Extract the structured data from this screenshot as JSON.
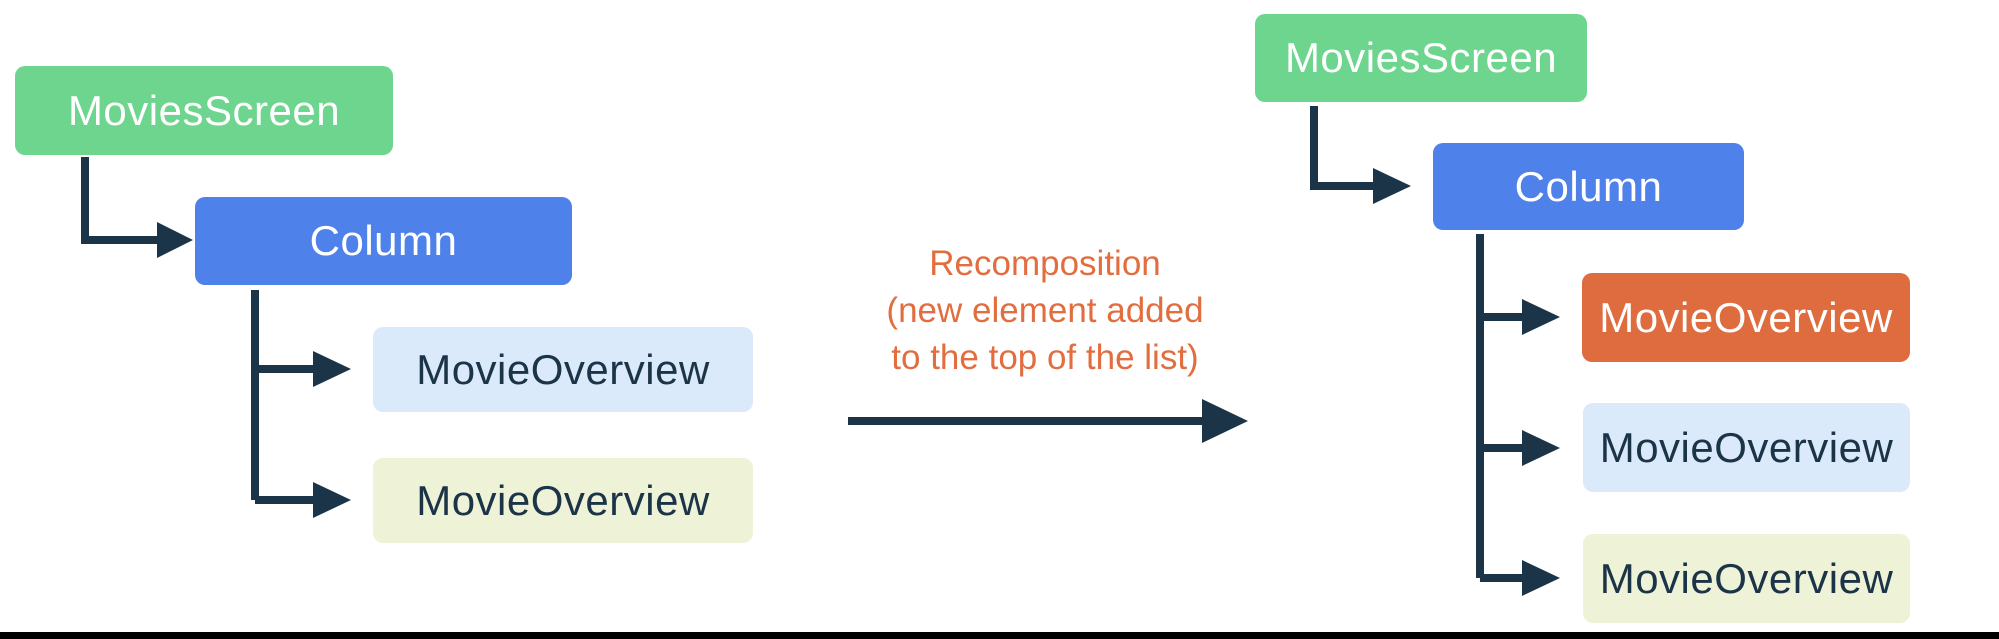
{
  "colors": {
    "node_green": "#6ED58E",
    "node_blue": "#4E81E9",
    "node_light_blue": "#DAEAFB",
    "node_pale_yellow": "#EEF2D6",
    "node_orange": "#DF6C3F",
    "connector_navy": "#1C3448",
    "transition_text_orange": "#E26E3F",
    "bottom_border": "#000000"
  },
  "left_tree": {
    "root": "MoviesScreen",
    "column": "Column",
    "children": [
      {
        "label": "MovieOverview",
        "variant": "light-blue"
      },
      {
        "label": "MovieOverview",
        "variant": "pale-yellow"
      }
    ]
  },
  "right_tree": {
    "root": "MoviesScreen",
    "column": "Column",
    "children": [
      {
        "label": "MovieOverview",
        "variant": "orange-new"
      },
      {
        "label": "MovieOverview",
        "variant": "light-blue"
      },
      {
        "label": "MovieOverview",
        "variant": "pale-yellow"
      }
    ]
  },
  "transition": {
    "line1": "Recomposition",
    "line2": "(new element added",
    "line3": "to the top of the list)"
  }
}
